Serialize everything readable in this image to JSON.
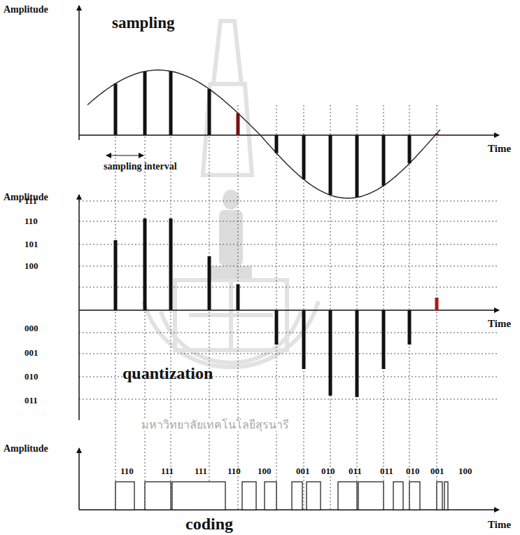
{
  "diagram": {
    "labels": [
      "Amplitude",
      "sampling",
      "Time",
      "sampling interval",
      "Amplitude",
      "111",
      "110",
      "101",
      "100",
      "Time",
      "000",
      "001",
      "010",
      "011",
      "quantization",
      "Amplitude",
      "110",
      "111",
      "111",
      "110",
      "100",
      "001",
      "010",
      "011",
      "011",
      "010",
      "001",
      "100",
      "Time",
      "coding",
      "มหาวิทยาลัยเทคโนโลยีสุรนารี"
    ]
  }
}
